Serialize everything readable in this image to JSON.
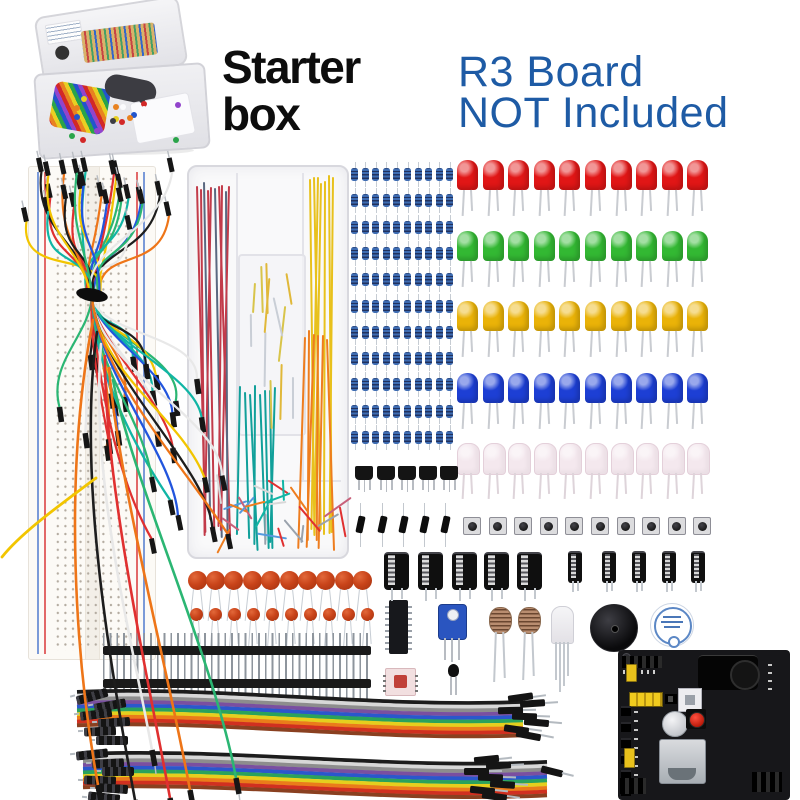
{
  "header": {
    "title_line1": "Starter",
    "title_line2": "box",
    "title_color": "#0d0d0d",
    "note_line1": "R3 Board",
    "note_line2": "NOT Included",
    "note_color": "#1e5ba5"
  },
  "kit_photo": {
    "subject": "open storage case filled with electronic components",
    "content_colors": [
      "#d22828",
      "#e88220",
      "#e8d022",
      "#2aa44a",
      "#2255cc",
      "#9244cc",
      "#3c3c42",
      "#fbfbfd"
    ]
  },
  "components": {
    "breadboard": {
      "name": "solderless breadboard",
      "rail_colors": [
        "#e26868",
        "#7b9ad8"
      ],
      "body_color": "#fcfaf6"
    },
    "jumper_bundle": {
      "name": "male-male jumper wires bundle",
      "colors": [
        "#f2c500",
        "#2bb673",
        "#e03030",
        "#2255dd",
        "#11b5a5",
        "#ee7518",
        "#1d1d1d",
        "#e8e8e8"
      ],
      "tip_color": "#161616"
    },
    "organizer_box": {
      "name": "clear wire organizer box",
      "left_wire_colors": [
        "#c23b4a",
        "#5a6880"
      ],
      "right_wire_colors": [
        "#e8c11c",
        "#ee7d1f"
      ],
      "middle_wire_color": "#11a09a",
      "pile_colors": [
        "#e03030",
        "#ee7d1f",
        "#9aa2ac",
        "#5599dd",
        "#11b5a5",
        "#c8607a",
        "#d8d8d8"
      ],
      "tray_colors": [
        "#d8c44a",
        "#c9ced6",
        "#e0b83a"
      ]
    },
    "resistors": {
      "rows": 11,
      "per_row": 10,
      "body_color": "#3e6cb2",
      "band_color": "#22325e",
      "lead_color": "#c6ccd3"
    },
    "leds": {
      "per_row": 10,
      "rows": [
        {
          "color_name": "red",
          "hex": "#e11616"
        },
        {
          "color_name": "green",
          "hex": "#33b833"
        },
        {
          "color_name": "yellow",
          "hex": "#eab308"
        },
        {
          "color_name": "blue",
          "hex": "#1d3fd4"
        },
        {
          "color_name": "white",
          "hex": "#f4e8ee"
        }
      ]
    },
    "transistors": {
      "count": 5,
      "body_color": "#141414"
    },
    "diodes": {
      "count": 5,
      "body_color": "#0d0d0d"
    },
    "tactile_buttons": {
      "count": 10,
      "base_color": "#dcdcde",
      "cap_color": "#1a1a1a"
    },
    "electrolytic_capacitors_large": {
      "count": 5,
      "body_color": "#0f0f0f"
    },
    "electrolytic_capacitors_small": {
      "count": 5,
      "body_color": "#101010"
    },
    "disc_capacitors_large": {
      "count": 10,
      "hex": "#c9441a"
    },
    "disc_capacitors_small": {
      "count": 10,
      "hex": "#c9441a"
    },
    "pin_headers": {
      "count": 2,
      "pins_each": 40,
      "bar_color": "#1a1a1a",
      "pin_color": "#8e959d"
    },
    "ribbon_cables": {
      "count": 2,
      "conductors": 10,
      "colors": [
        "#1c1c1c",
        "#d8d8d8",
        "#8d8d8d",
        "#7a4fa0",
        "#2b57cc",
        "#2aa25c",
        "#e5cf1e",
        "#ea7c1a",
        "#d03020",
        "#8a4020"
      ],
      "connector_color": "#141414"
    },
    "power_module": {
      "name": "breadboard power supply module",
      "board_color": "#17171a",
      "features": [
        "barrel-jack",
        "usb-port",
        "power-button-red",
        "silver-capacitor",
        "yellow-jumper-caps",
        "pin-headers"
      ]
    },
    "buzzer": {
      "name": "piezo buzzer",
      "color": "#101012"
    },
    "piezo_disc": {
      "name": "piezo disc element",
      "ring_color": "#5b87c5"
    },
    "ic_chip": {
      "name": "DIP IC chip",
      "color": "#17181c"
    },
    "optocoupler": {
      "name": "8-pin optocoupler",
      "color": "#f2dfe0"
    },
    "trimpot": {
      "name": "blue trim potentiometer",
      "hex": "#2a55c0"
    },
    "thermistor": {
      "name": "thermistor",
      "color": "#101010"
    },
    "photoresistors": {
      "count": 2,
      "color": "#b98d70"
    },
    "rgb_led": {
      "name": "RGB LED",
      "legs": 4
    }
  }
}
